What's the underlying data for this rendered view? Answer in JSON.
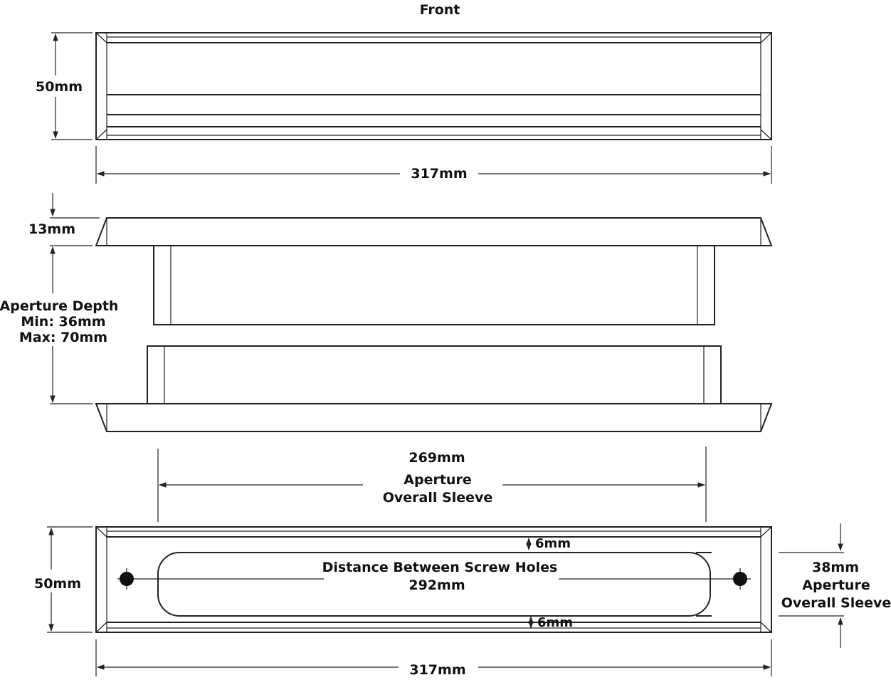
{
  "colors": {
    "line": "#222222",
    "text": "#111111",
    "background": "#ffffff"
  },
  "labels": {
    "front": "Front",
    "front_height": "50mm",
    "front_width": "317mm",
    "flange_thickness": "13mm",
    "aperture_depth_title": "Aperture Depth",
    "aperture_depth_min": "Min: 36mm",
    "aperture_depth_max": "Max: 70mm",
    "sleeve_width": "269mm",
    "sleeve_width_line1": "Aperture",
    "sleeve_width_line2": "Overall Sleeve",
    "back_height": "50mm",
    "gap_top": "6mm",
    "gap_bottom": "6mm",
    "screw_title": "Distance Between Screw Holes",
    "screw_distance": "292mm",
    "aperture_height": "38mm",
    "aperture_height_line1": "Aperture",
    "aperture_height_line2": "Overall Sleeve",
    "back_width": "317mm"
  }
}
